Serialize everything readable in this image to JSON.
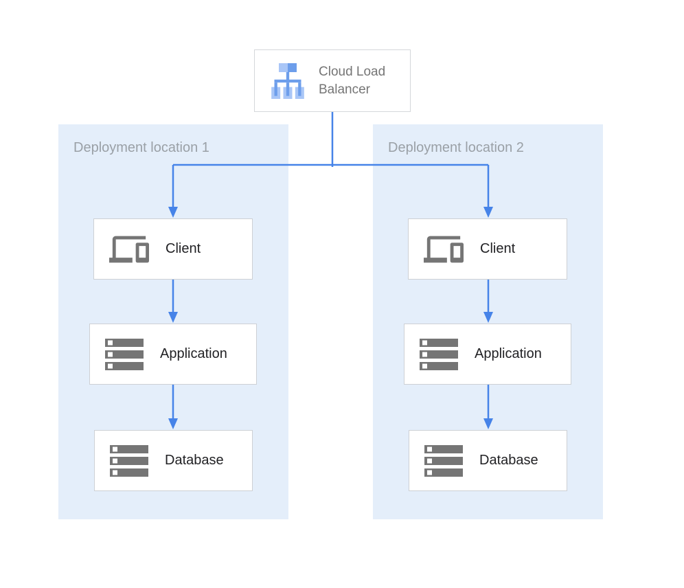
{
  "load_balancer": {
    "label": "Cloud Load Balancer"
  },
  "regions": [
    {
      "label": "Deployment location 1",
      "nodes": [
        {
          "label": "Client",
          "icon": "devices-icon"
        },
        {
          "label": "Application",
          "icon": "server-stack-icon"
        },
        {
          "label": "Database",
          "icon": "server-stack-icon"
        }
      ]
    },
    {
      "label": "Deployment location 2",
      "nodes": [
        {
          "label": "Client",
          "icon": "devices-icon"
        },
        {
          "label": "Application",
          "icon": "server-stack-icon"
        },
        {
          "label": "Database",
          "icon": "server-stack-icon"
        }
      ]
    }
  ],
  "colors": {
    "arrow_blue": "#4683e8",
    "region_background": "#e4eefa",
    "box_border": "#cdd0d4",
    "icon_gray": "#757575",
    "lb_icon_light_blue": "#a9c6f7",
    "lb_icon_medium_blue": "#6d9eeb",
    "region_label_gray": "#9aa0a6",
    "lb_label_gray": "#757575",
    "node_label_dark": "#212124"
  }
}
